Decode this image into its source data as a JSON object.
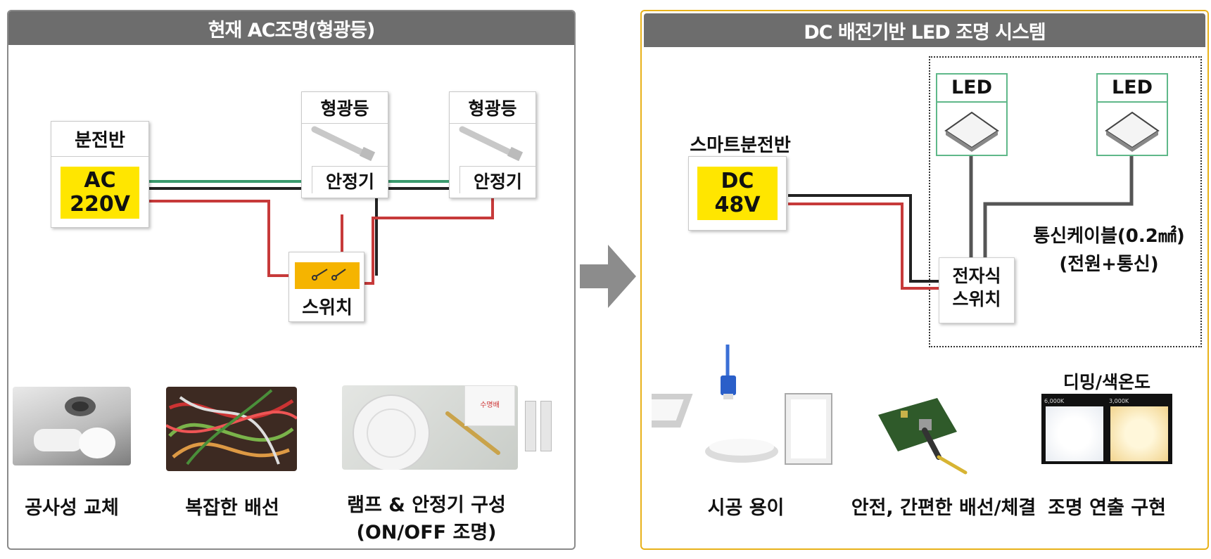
{
  "left_panel": {
    "title": "현재 AC조명(형광등)",
    "distribution_board": {
      "label": "분전반",
      "voltage_line1": "AC",
      "voltage_line2": "220V"
    },
    "lamp1": {
      "label": "형광등",
      "ballast": "안정기"
    },
    "lamp2": {
      "label": "형광등",
      "ballast": "안정기"
    },
    "switch": {
      "label": "스위치"
    },
    "photos": [
      {
        "caption": "공사성 교체"
      },
      {
        "caption": "복잡한 배선"
      },
      {
        "caption_line1": "램프 & 안정기 구성",
        "caption_line2": "(ON/OFF 조명)",
        "inset_label": "수명배"
      }
    ]
  },
  "right_panel": {
    "title": "DC 배전기반 LED 조명 시스템",
    "smart_board": {
      "label": "스마트분전반",
      "voltage_line1": "DC",
      "voltage_line2": "48V"
    },
    "led1": {
      "label": "LED"
    },
    "led2": {
      "label": "LED"
    },
    "electronic_switch": {
      "line1": "전자식",
      "line2": "스위치"
    },
    "cable_note": {
      "line1": "통신케이블(0.2㎟)",
      "line2": "(전원+통신)"
    },
    "photos": [
      {
        "caption": "시공 용이"
      },
      {
        "caption": "안전, 간편한 배선/체결"
      },
      {
        "caption": "조명 연출 구현",
        "top_label": "디밍/색온도",
        "cct_left": "6,000K",
        "cct_right": "3,000K"
      }
    ]
  },
  "colors": {
    "header_gray": "#6d6d6d",
    "left_border": "#8a8a8a",
    "right_border": "#e8b21a",
    "voltage_yellow": "#ffe600",
    "wire_green": "#3a9a6e",
    "wire_black": "#222222",
    "wire_red": "#c73a3a",
    "led_frame": "#5fb889",
    "arrow_gray": "#8c8c8c"
  }
}
